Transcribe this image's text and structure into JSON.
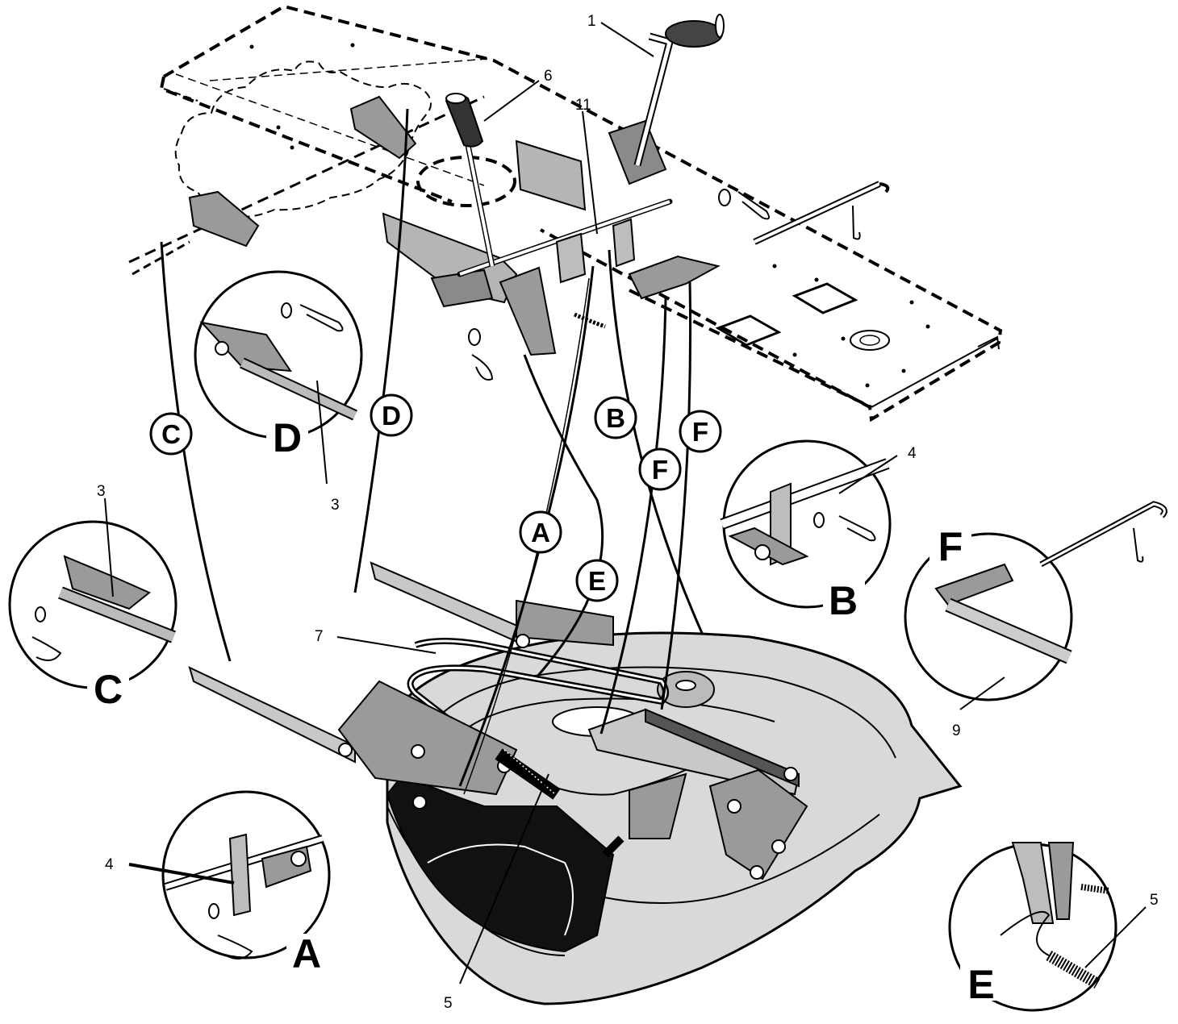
{
  "diagram": {
    "part_numbers": {
      "n1": "1",
      "n6": "6",
      "n11": "11",
      "n3_detail_d": "3",
      "n3_detail_c": "3",
      "n4_detail_b": "4",
      "n4_detail_a": "4",
      "n7": "7",
      "n9": "9",
      "n5_bottom": "5",
      "n5_detail_e": "5"
    },
    "cable_markers": {
      "c": "C",
      "d": "D",
      "b": "B",
      "f1": "F",
      "f2": "F",
      "a": "A",
      "e": "E"
    },
    "detail_labels": {
      "d": "D",
      "c": "C",
      "b": "B",
      "f": "F",
      "a": "A",
      "e": "E"
    }
  }
}
